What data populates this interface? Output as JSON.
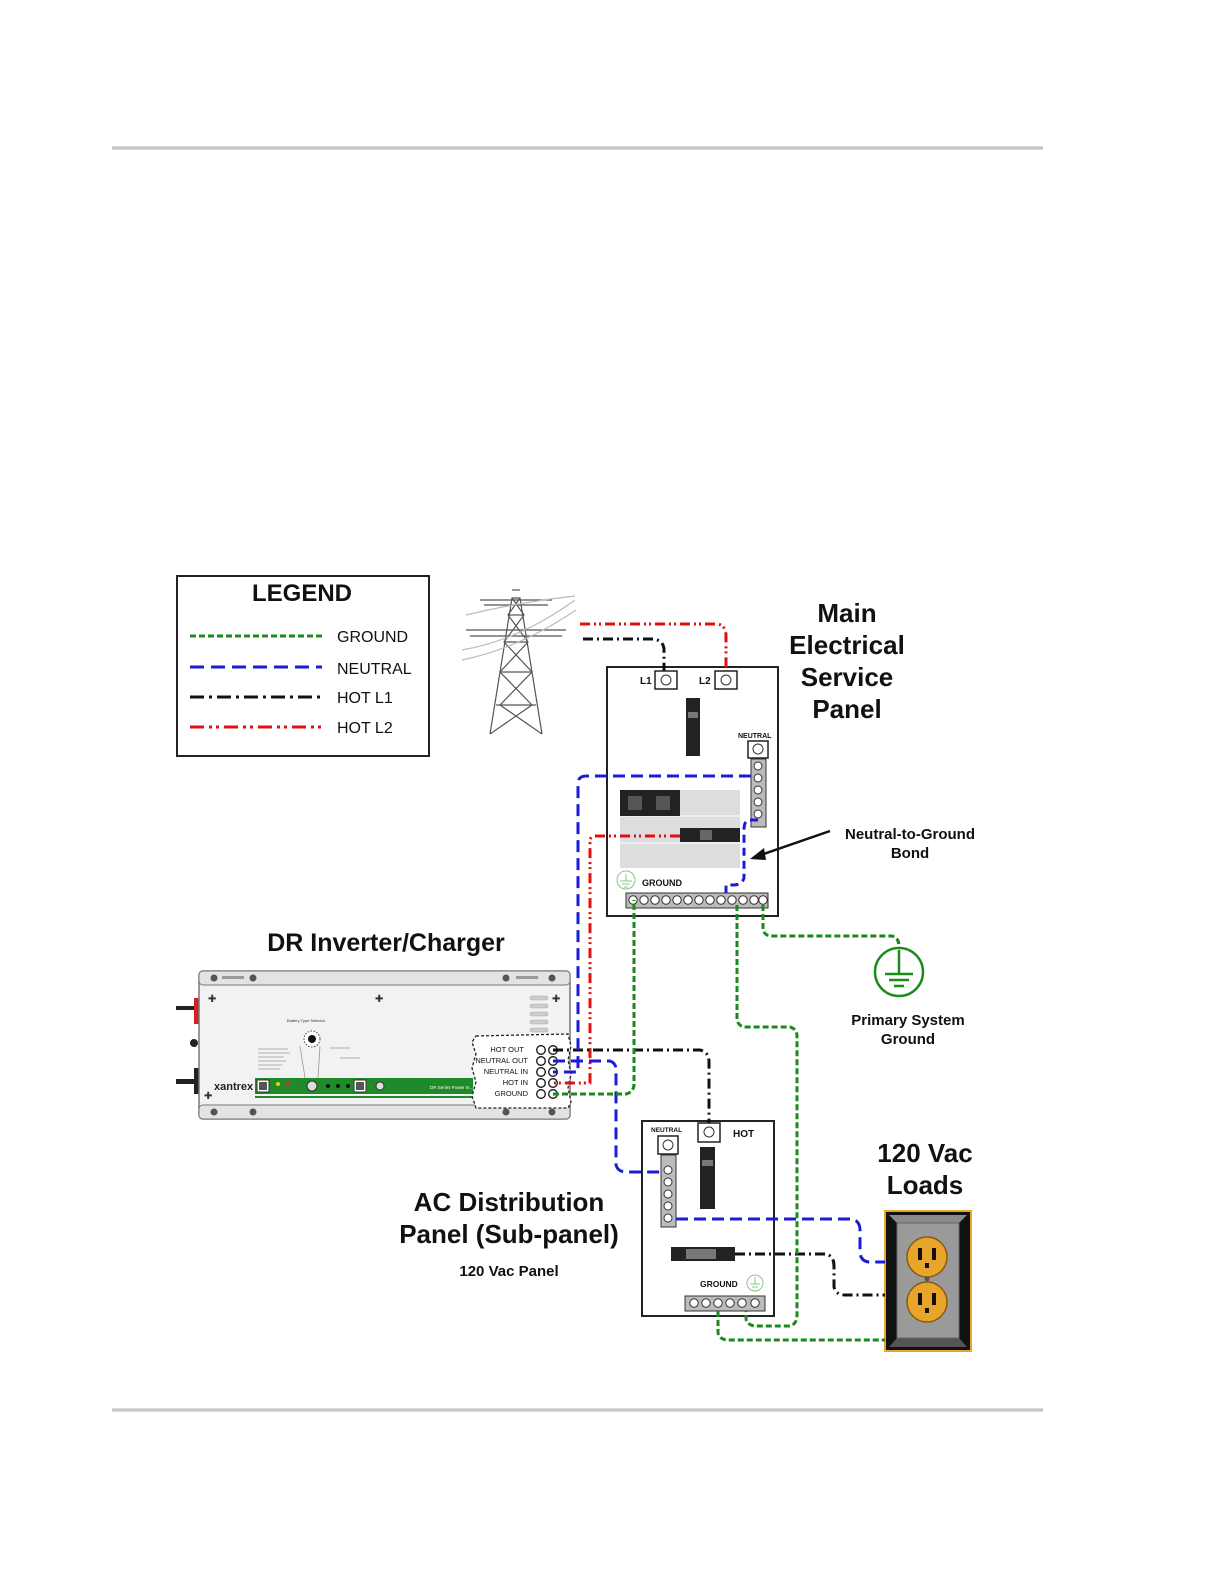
{
  "legend": {
    "title": "LEGEND",
    "items": [
      {
        "label": "GROUND",
        "color": "#1a8a1a"
      },
      {
        "label": "NEUTRAL",
        "color": "#1c1cd6"
      },
      {
        "label": "HOT L1",
        "color": "#111111"
      },
      {
        "label": "HOT L2",
        "color": "#e01010"
      }
    ]
  },
  "main_panel": {
    "title_lines": [
      "Main",
      "Electrical",
      "Service",
      "Panel"
    ],
    "l1": "L1",
    "l2": "L2",
    "neutral": "NEUTRAL",
    "ground": "GROUND"
  },
  "bond_label": [
    "Neutral-to-Ground",
    "Bond"
  ],
  "primary_ground": [
    "Primary System",
    "Ground"
  ],
  "inverter": {
    "title": "DR Inverter/Charger",
    "brand": "xantrex",
    "terminals": [
      "HOT OUT",
      "NEUTRAL OUT",
      "NEUTRAL IN",
      "HOT IN",
      "GROUND"
    ],
    "small_heading": "Battery Type Selector",
    "strip_text": "DR Series Power In..."
  },
  "sub_panel": {
    "title_lines": [
      "AC Distribution",
      "Panel (Sub-panel)"
    ],
    "subtitle": "120 Vac Panel",
    "neutral": "NEUTRAL",
    "hot": "HOT",
    "ground": "GROUND"
  },
  "loads": [
    "120 Vac",
    "Loads"
  ],
  "colors": {
    "ground": "#1a8a1a",
    "neutral": "#1c1cd6",
    "hot_l1": "#111111",
    "hot_l2": "#e01010",
    "outlet": "#e7a52a"
  }
}
